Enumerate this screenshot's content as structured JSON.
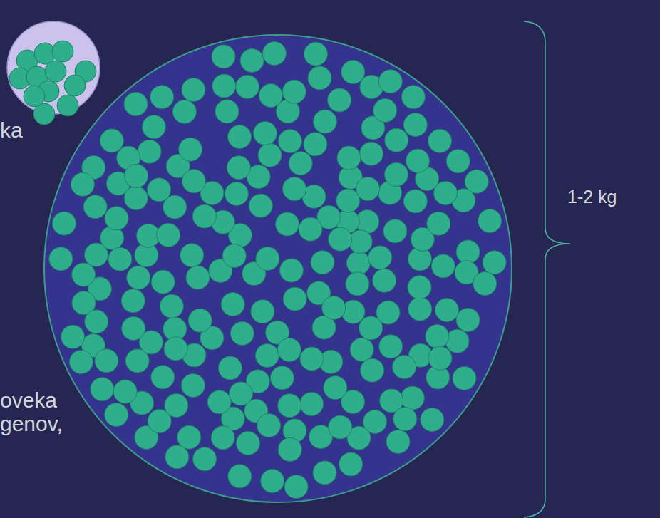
{
  "diagram": {
    "labels": [
      "ka",
      "oveka",
      "genov,",
      "1-2 kg"
    ]
  }
}
